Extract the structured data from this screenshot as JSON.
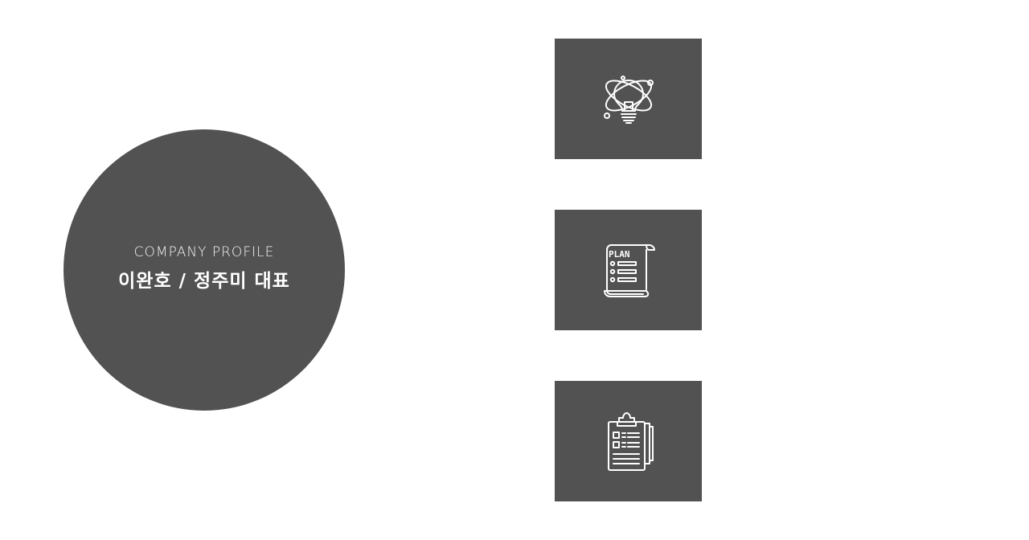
{
  "profile": {
    "label": "COMPANY PROFILE",
    "names": "이완호 / 정주미 대표"
  },
  "icons": [
    {
      "icon": "lightbulb-atom-icon"
    },
    {
      "icon": "plan-scroll-icon",
      "text": "PLAN"
    },
    {
      "icon": "clipboard-checklist-icon"
    }
  ],
  "colors": {
    "background": "#ffffff",
    "tile": "#525252",
    "foreground": "#ffffff"
  }
}
